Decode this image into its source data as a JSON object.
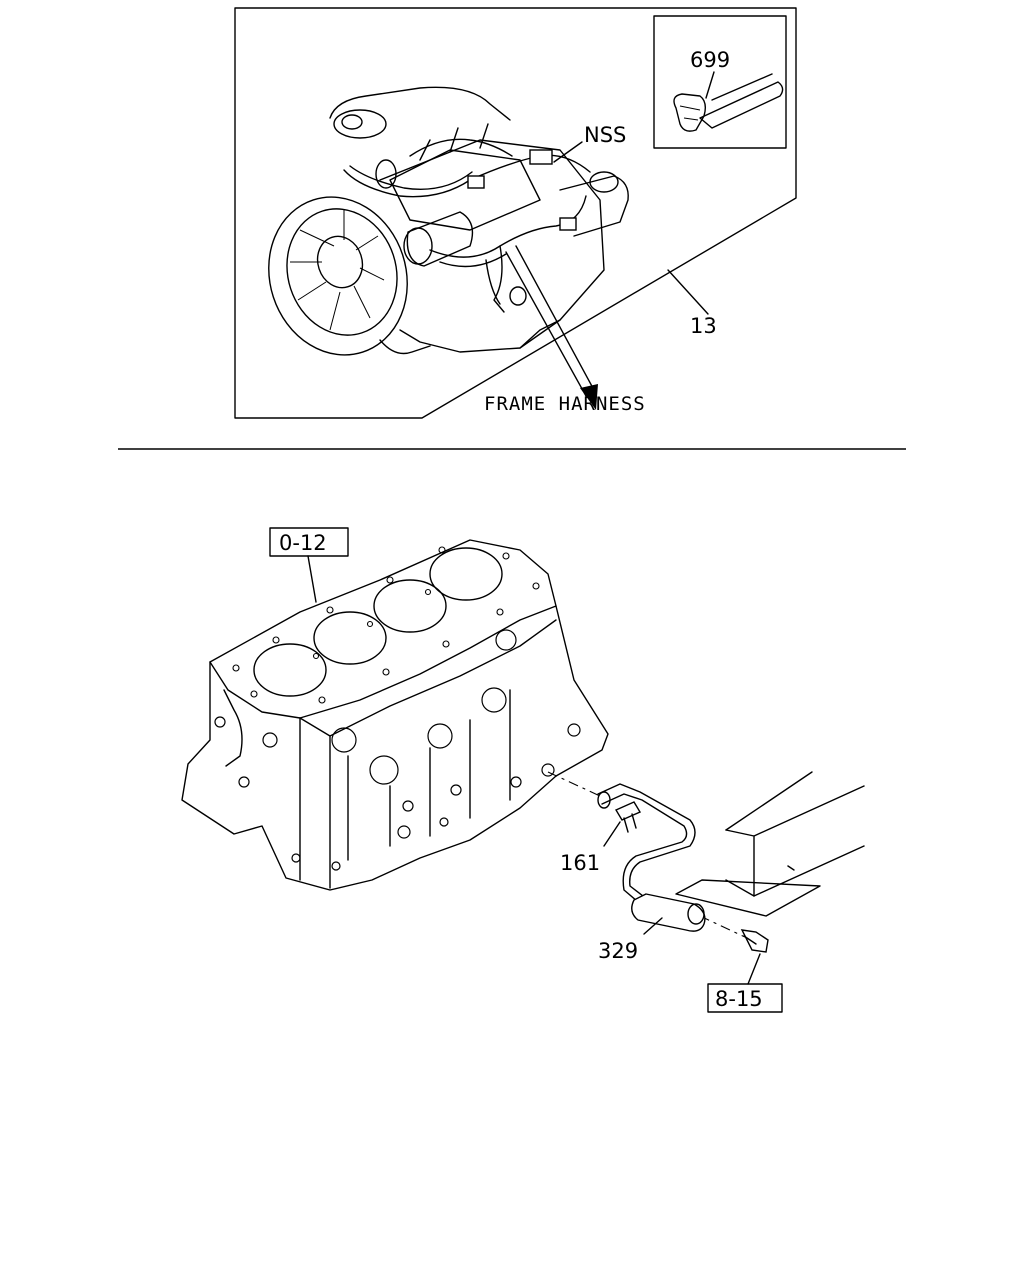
{
  "callouts": {
    "clip_part": "699",
    "nss": "NSS",
    "harness_assembly": "13",
    "frame_harness": "FRAME HARNESS",
    "cylinder_block_ref": "0-12",
    "bolt": "161",
    "sensor_harness": "329",
    "frame_ref": "8-15"
  }
}
